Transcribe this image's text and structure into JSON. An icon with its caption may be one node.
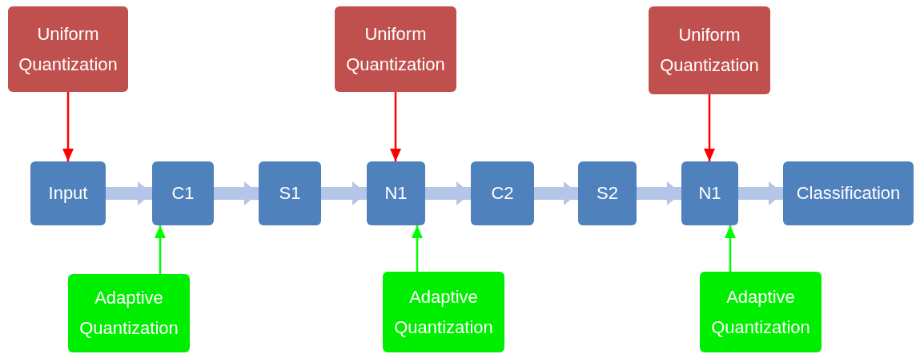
{
  "diagram": {
    "nodes": [
      {
        "text": [
          "Uniform Quantization"
        ]
      },
      {
        "text": [
          "Uniform Quantization"
        ]
      },
      {
        "text": [
          "Uniform Quantization"
        ]
      },
      {
        "text": [
          "Input"
        ]
      },
      {
        "text": [
          "C1"
        ]
      },
      {
        "text": [
          "S1"
        ]
      },
      {
        "text": [
          "N1"
        ]
      },
      {
        "text": [
          "C2"
        ]
      },
      {
        "text": [
          "S2"
        ]
      },
      {
        "text": [
          "N1"
        ]
      },
      {
        "text": [
          "Classification"
        ]
      },
      {
        "text": [
          "Adaptive Quantization"
        ]
      },
      {
        "text": [
          "Adaptive Quantization"
        ]
      },
      {
        "text": [
          "Adaptive Quantization"
        ]
      }
    ],
    "edges": [
      {
        "from": 0,
        "to": 3,
        "arrow": "to",
        "color": "#ff0000"
      },
      {
        "from": 1,
        "to": 6,
        "arrow": "to",
        "color": "#ff0000"
      },
      {
        "from": 2,
        "to": 9,
        "arrow": "to",
        "color": "#ff0000"
      },
      {
        "from": 3,
        "to": 4,
        "arrow": "to"
      },
      {
        "from": 4,
        "to": 5,
        "arrow": "to"
      },
      {
        "from": 5,
        "to": 6,
        "arrow": "to"
      },
      {
        "from": 6,
        "to": 7,
        "arrow": "to"
      },
      {
        "from": 7,
        "to": 8,
        "arrow": "to"
      },
      {
        "from": 8,
        "to": 9,
        "arrow": "to"
      },
      {
        "from": 9,
        "to": 10,
        "arrow": "to"
      },
      {
        "from": 11,
        "to": 4,
        "arrow": "to",
        "color": "#00ff00"
      },
      {
        "from": 12,
        "to": 6,
        "arrow": "to",
        "color": "#00ff00"
      },
      {
        "from": 13,
        "to": 9,
        "arrow": "to",
        "color": "#00ff00"
      }
    ]
  }
}
